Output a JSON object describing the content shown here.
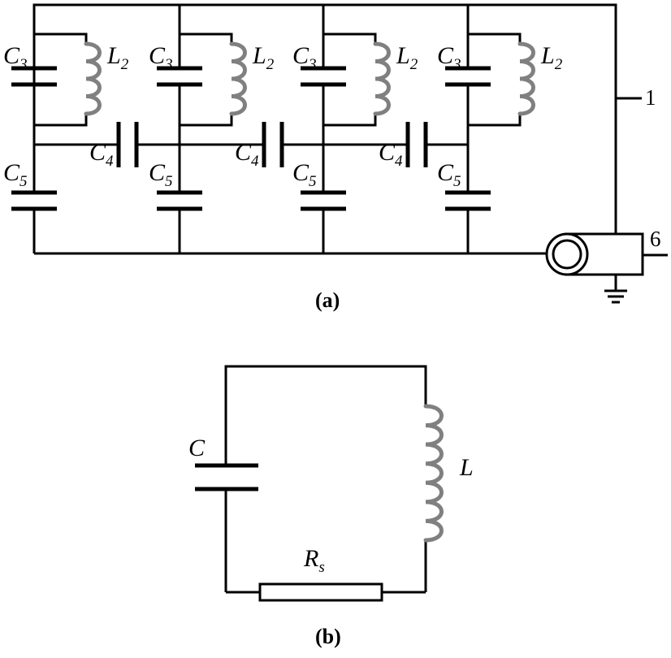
{
  "figure_a": {
    "caption": "(a)",
    "stage_labels": {
      "c3": {
        "main": "C",
        "sub": "3"
      },
      "l2": {
        "main": "L",
        "sub": "2"
      },
      "c4": {
        "main": "C",
        "sub": "4"
      },
      "c5": {
        "main": "C",
        "sub": "5"
      }
    },
    "stage_count": 4,
    "coupling_count": 3,
    "terminal_1": "1",
    "terminal_6": "6"
  },
  "figure_b": {
    "caption": "(b)",
    "capacitor_label": "C",
    "inductor_label": "L",
    "resistor_label": {
      "main": "R",
      "sub": "s"
    }
  }
}
